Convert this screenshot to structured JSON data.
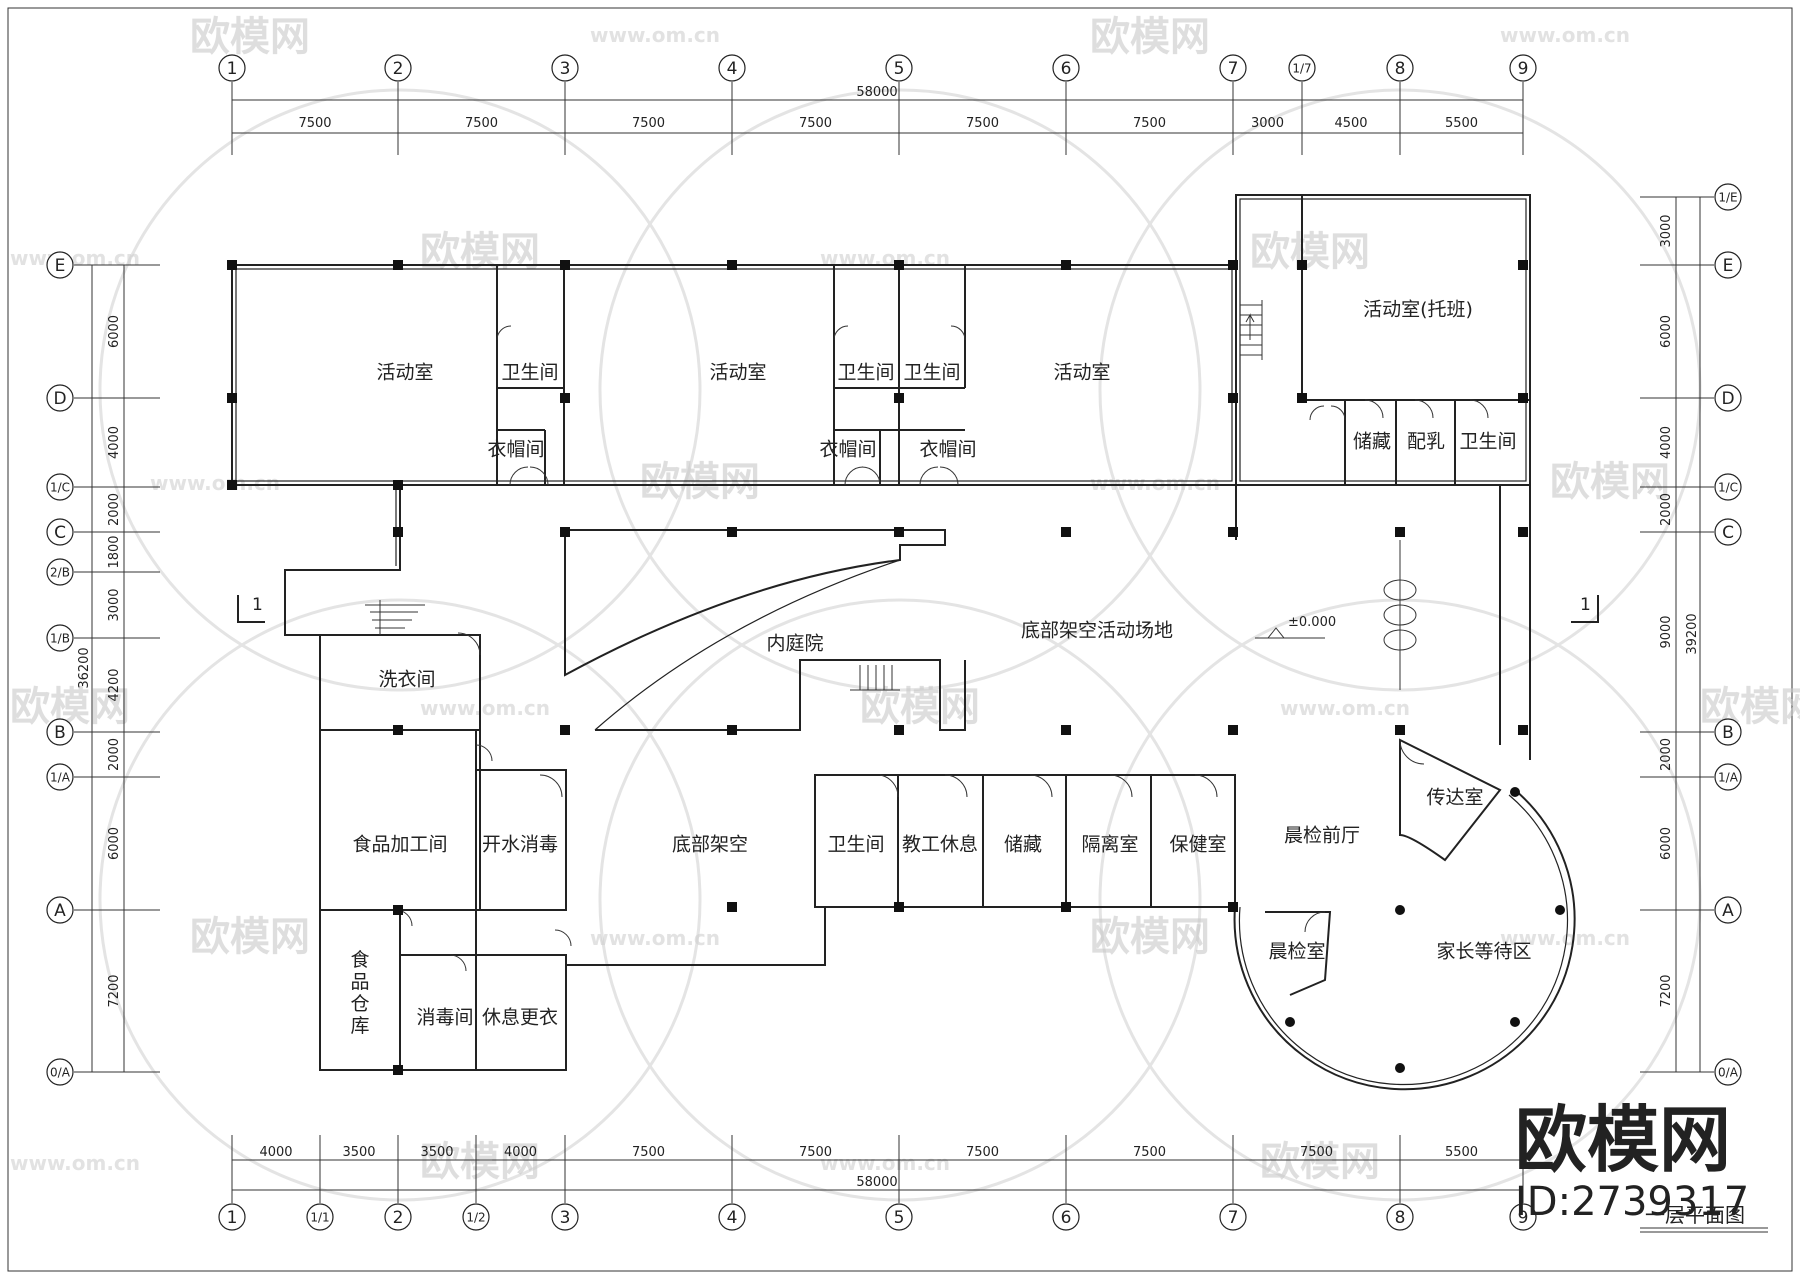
{
  "watermark": {
    "brand": "欧模网",
    "url": "www.om.cn"
  },
  "brand_logo": {
    "name": "欧模网",
    "id": "ID:2739317"
  },
  "plan_caption": "一层平面图",
  "elevation_mark": "±0.000",
  "section_mark": "1",
  "axes_top": [
    "1",
    "2",
    "3",
    "4",
    "5",
    "6",
    "7",
    "1/7",
    "8",
    "9"
  ],
  "axes_bottom": [
    "1",
    "1/1",
    "2",
    "1/2",
    "3",
    "4",
    "5",
    "6",
    "7",
    "8",
    "9"
  ],
  "axes_left": [
    "E",
    "D",
    "1/C",
    "C",
    "2/B",
    "1/B",
    "B",
    "1/A",
    "A",
    "0/A"
  ],
  "axes_right": [
    "1/E",
    "E",
    "D",
    "1/C",
    "C",
    "B",
    "1/A",
    "A",
    "0/A"
  ],
  "dims_top": {
    "total": "58000",
    "segments": [
      "7500",
      "7500",
      "7500",
      "7500",
      "7500",
      "7500",
      "3000",
      "4500",
      "5500"
    ]
  },
  "dims_bottom": {
    "total": "58000",
    "segments": [
      "4000",
      "3500",
      "3500",
      "4000",
      "7500",
      "7500",
      "7500",
      "7500",
      "7500",
      "5500"
    ]
  },
  "dims_left": {
    "total": "36200",
    "segments": [
      "6000",
      "4000",
      "2000",
      "1800",
      "3000",
      "4200",
      "2000",
      "6000",
      "7200"
    ]
  },
  "dims_right": {
    "total": "39200",
    "segments": [
      "3000",
      "6000",
      "4000",
      "2000",
      "9000",
      "2000",
      "6000",
      "7200"
    ]
  },
  "rooms": {
    "activity_1": "活动室",
    "toilet_1": "卫生间",
    "activity_2": "活动室",
    "toilet_2": "卫生间",
    "toilet_3": "卫生间",
    "activity_3": "活动室",
    "activity_nursery": "活动室(托班)",
    "cloak_1": "衣帽间",
    "cloak_2": "衣帽间",
    "cloak_3": "衣帽间",
    "storage_1": "储藏",
    "milk": "配乳",
    "toilet_4": "卫生间",
    "laundry": "洗衣间",
    "courtyard": "内庭院",
    "open_ground": "底部架空活动场地",
    "food_process": "食品加工间",
    "boil_disinfect": "开水消毒",
    "open_ground_2": "底部架空",
    "toilet_5": "卫生间",
    "staff_rest": "教工休息",
    "storage_2": "储藏",
    "isolation": "隔离室",
    "health": "保健室",
    "morning_hall": "晨检前厅",
    "reception": "传达室",
    "morning_check": "晨检室",
    "parent_wait": "家长等待区",
    "food_store": "食品仓库",
    "disinfect": "消毒间",
    "rest_change": "休息更衣"
  }
}
